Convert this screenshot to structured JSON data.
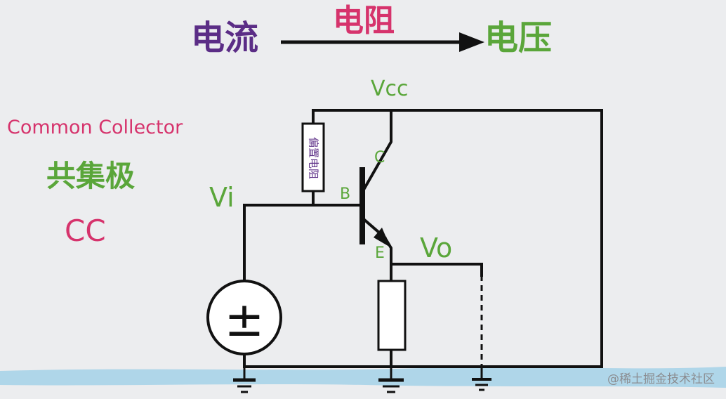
{
  "title": {
    "left": "电流",
    "middle": "电阻",
    "right": "电压"
  },
  "config": {
    "english": "Common Collector",
    "chinese": "共集极",
    "abbr": "CC"
  },
  "labels": {
    "vcc": "Vcc",
    "vi": "Vi",
    "vo": "Vo",
    "base": "B",
    "collector": "C",
    "emitter": "E",
    "bias_resistor": "偏置电阻",
    "source_plus": "±"
  },
  "watermark": "@稀土掘金技术社区",
  "colors": {
    "purple": "#5b2d86",
    "pink": "#d6336c",
    "green": "#5aa63a",
    "wire": "#111111",
    "water": "#a9d3e8"
  }
}
